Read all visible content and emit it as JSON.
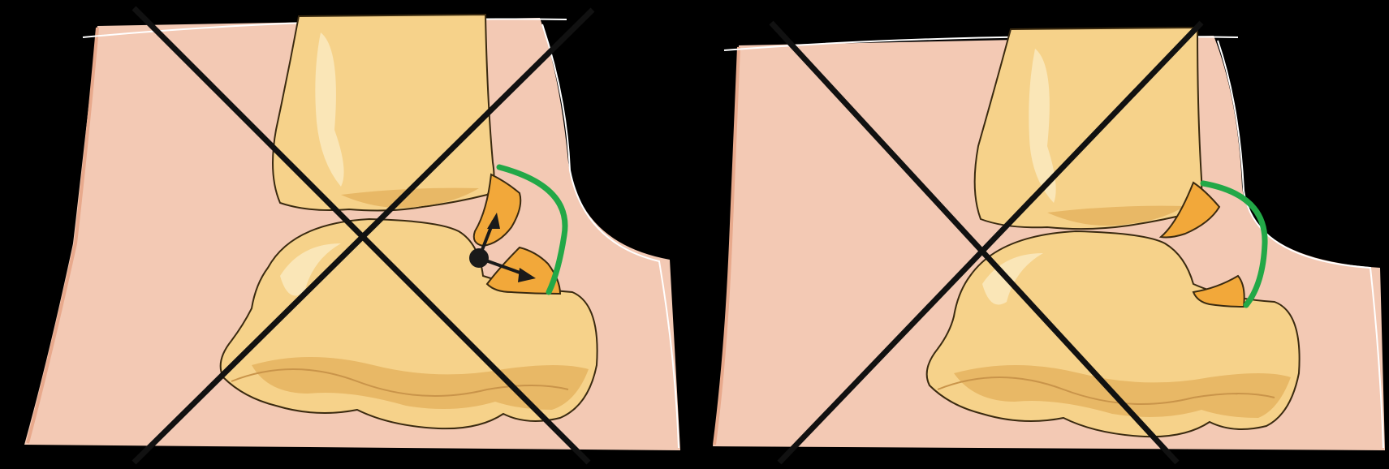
{
  "figure": {
    "background": "#000000",
    "colors": {
      "skin": "#f3c9b4",
      "skin_edge": "#e8a98c",
      "bone": "#f6d28a",
      "bone_light": "#fae6b7",
      "bone_shadow": "#e8b866",
      "osteophyte": "#f2a83a",
      "joint_capsule": "#22a847",
      "arrow": "#1a1a1a",
      "cross": "#111111"
    },
    "panels": [
      {
        "id": "left",
        "state": "ankle joint with anterior tibial and talar osteophytes, arrows indicating spur growth, crossed out",
        "icons": [
          "tibia",
          "talus",
          "tibial-osteophyte",
          "talar-osteophyte",
          "joint-capsule",
          "growth-arrows",
          "cross-mark"
        ]
      },
      {
        "id": "right",
        "state": "ankle joint with smaller anterior tibial and talar spurs, crossed out",
        "icons": [
          "tibia",
          "talus",
          "tibial-osteophyte",
          "talar-osteophyte",
          "joint-capsule",
          "cross-mark"
        ]
      }
    ]
  }
}
